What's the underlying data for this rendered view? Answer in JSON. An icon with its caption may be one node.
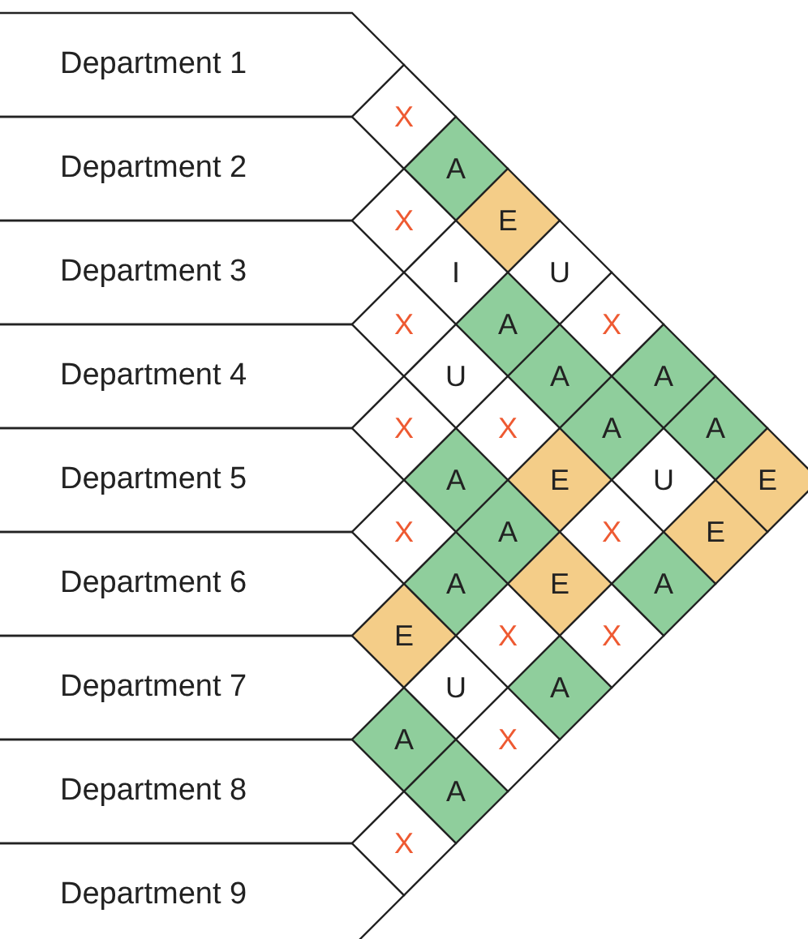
{
  "diagram": {
    "nodes": [
      {
        "text": [
          "Department 1"
        ]
      },
      {
        "text": [
          "Department 2"
        ]
      },
      {
        "text": [
          "Department 3"
        ]
      },
      {
        "text": [
          "Department 4"
        ]
      },
      {
        "text": [
          "Department 5"
        ]
      },
      {
        "text": [
          "Department 6"
        ]
      },
      {
        "text": [
          "Department 7"
        ]
      },
      {
        "text": [
          "Department 8"
        ]
      },
      {
        "text": [
          "Department 9"
        ]
      },
      {
        "text": [
          "X"
        ]
      },
      {
        "text": [
          "A"
        ]
      },
      {
        "text": [
          "X"
        ]
      },
      {
        "text": [
          "E"
        ]
      },
      {
        "text": [
          "I"
        ]
      },
      {
        "text": [
          "U"
        ]
      },
      {
        "text": [
          "X"
        ]
      },
      {
        "text": [
          "A"
        ]
      },
      {
        "text": [
          "X"
        ]
      },
      {
        "text": [
          "U"
        ]
      },
      {
        "text": [
          "A"
        ]
      },
      {
        "text": [
          "A"
        ]
      },
      {
        "text": [
          "X"
        ]
      },
      {
        "text": [
          "X"
        ]
      },
      {
        "text": [
          "A"
        ]
      },
      {
        "text": [
          "A"
        ]
      },
      {
        "text": [
          "A"
        ]
      },
      {
        "text": [
          "E"
        ]
      },
      {
        "text": [
          "U"
        ]
      },
      {
        "text": [
          "E"
        ]
      },
      {
        "text": [
          "X"
        ]
      },
      {
        "text": [
          "A"
        ]
      },
      {
        "text": [
          "X"
        ]
      },
      {
        "text": [
          "E"
        ]
      },
      {
        "text": [
          "A"
        ]
      },
      {
        "text": [
          "E"
        ]
      },
      {
        "text": [
          "A"
        ]
      },
      {
        "text": [
          "E"
        ]
      },
      {
        "text": [
          "X"
        ]
      },
      {
        "text": [
          "X"
        ]
      },
      {
        "text": [
          "U"
        ]
      },
      {
        "text": [
          "A"
        ]
      },
      {
        "text": [
          "A"
        ]
      },
      {
        "text": [
          "X"
        ]
      },
      {
        "text": [
          "A"
        ]
      },
      {
        "text": [
          "X"
        ]
      }
    ]
  }
}
